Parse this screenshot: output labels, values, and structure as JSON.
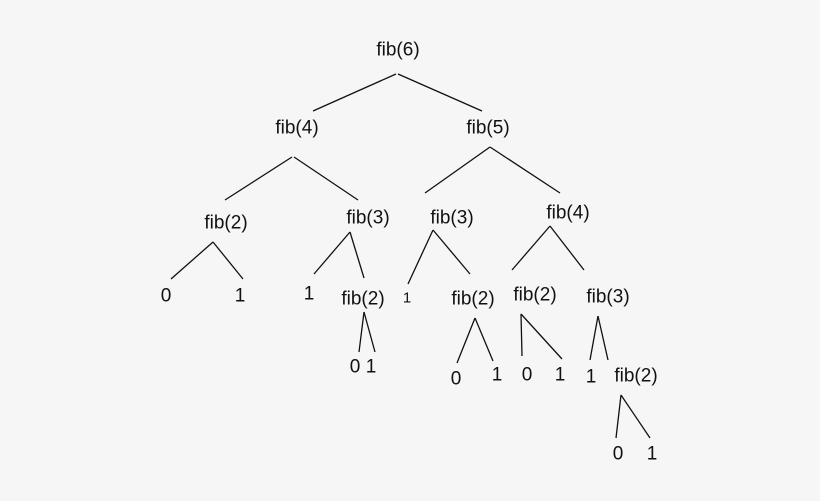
{
  "diagram": {
    "type": "recursion-tree",
    "colors": {
      "background": "#f6f6f6",
      "ink": "#111111"
    },
    "nodes": [
      {
        "id": "n1",
        "label": "fib(6)"
      },
      {
        "id": "n2",
        "label": "fib(4)"
      },
      {
        "id": "n3",
        "label": "fib(5)"
      },
      {
        "id": "n4",
        "label": "fib(2)"
      },
      {
        "id": "n5",
        "label": "fib(3)"
      },
      {
        "id": "n6",
        "label": "fib(3)"
      },
      {
        "id": "n7",
        "label": "fib(4)"
      },
      {
        "id": "n8",
        "label": "0"
      },
      {
        "id": "n9",
        "label": "1"
      },
      {
        "id": "n10",
        "label": "1"
      },
      {
        "id": "n11",
        "label": "fib(2)"
      },
      {
        "id": "n12",
        "label": "1"
      },
      {
        "id": "n13",
        "label": "fib(2)"
      },
      {
        "id": "n14",
        "label": "fib(2)"
      },
      {
        "id": "n15",
        "label": "fib(3)"
      },
      {
        "id": "n16",
        "label": "0"
      },
      {
        "id": "n17",
        "label": "1"
      },
      {
        "id": "n18",
        "label": "0"
      },
      {
        "id": "n19",
        "label": "1"
      },
      {
        "id": "n20",
        "label": "0"
      },
      {
        "id": "n21",
        "label": "1"
      },
      {
        "id": "n22",
        "label": "1"
      },
      {
        "id": "n23",
        "label": "fib(2)"
      },
      {
        "id": "n24",
        "label": "0"
      },
      {
        "id": "n25",
        "label": "1"
      }
    ],
    "edges": [
      {
        "from": "n1",
        "to": "n2"
      },
      {
        "from": "n1",
        "to": "n3"
      },
      {
        "from": "n2",
        "to": "n4"
      },
      {
        "from": "n2",
        "to": "n5"
      },
      {
        "from": "n3",
        "to": "n6"
      },
      {
        "from": "n3",
        "to": "n7"
      },
      {
        "from": "n4",
        "to": "n8"
      },
      {
        "from": "n4",
        "to": "n9"
      },
      {
        "from": "n5",
        "to": "n10"
      },
      {
        "from": "n5",
        "to": "n11"
      },
      {
        "from": "n6",
        "to": "n12"
      },
      {
        "from": "n6",
        "to": "n13"
      },
      {
        "from": "n7",
        "to": "n14"
      },
      {
        "from": "n7",
        "to": "n15"
      },
      {
        "from": "n11",
        "to": "n16"
      },
      {
        "from": "n11",
        "to": "n17"
      },
      {
        "from": "n13",
        "to": "n18"
      },
      {
        "from": "n13",
        "to": "n19"
      },
      {
        "from": "n14",
        "to": "n20"
      },
      {
        "from": "n14",
        "to": "n21"
      },
      {
        "from": "n15",
        "to": "n22"
      },
      {
        "from": "n15",
        "to": "n23"
      },
      {
        "from": "n23",
        "to": "n24"
      },
      {
        "from": "n23",
        "to": "n25"
      }
    ]
  }
}
